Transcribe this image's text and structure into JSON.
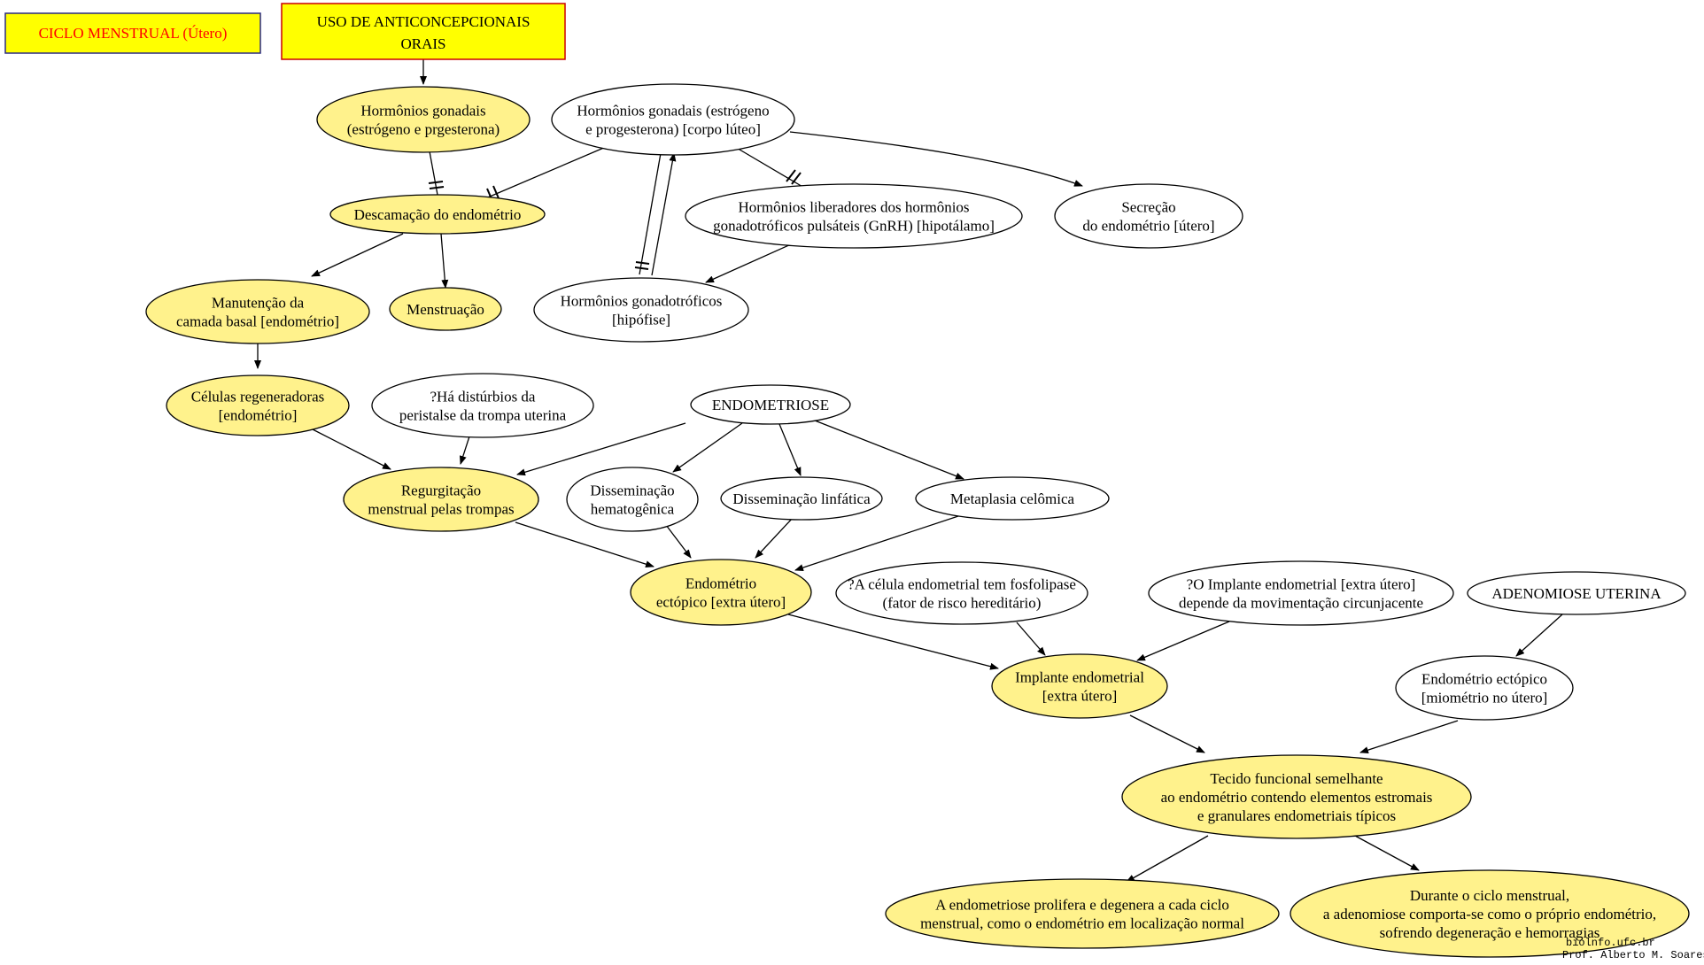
{
  "colors": {
    "yellow_fill": "#fff28c",
    "box_fill": "#ffff00",
    "box_border": "#cc0000",
    "legend_border": "#2a2a80",
    "legend_text": "#ff0000",
    "white_fill": "#ffffff",
    "stroke": "#000000"
  },
  "boxes": {
    "ciclo": {
      "lines": [
        "CICLO MENSTRUAL (Útero)"
      ]
    },
    "uso": {
      "lines": [
        "USO DE ANTICONCEPCIONAIS",
        "ORAIS"
      ]
    }
  },
  "nodes": {
    "horm_gonadais": {
      "lines": [
        "Hormônios gonadais",
        "(estrógeno e prgesterona)"
      ],
      "fill": "yellow"
    },
    "horm_gonadais_cl": {
      "lines": [
        "Hormônios gonadais (estrógeno",
        "e progesterona) [corpo lúteo]"
      ],
      "fill": "white"
    },
    "descamacao": {
      "lines": [
        "Descamação do endométrio"
      ],
      "fill": "yellow"
    },
    "horm_liberadores": {
      "lines": [
        "Hormônios liberadores dos hormônios",
        "gonadotróficos pulsáteis (GnRH) [hipotálamo]"
      ],
      "fill": "white"
    },
    "secrecao": {
      "lines": [
        "Secreção",
        "do endométrio [útero]"
      ],
      "fill": "white"
    },
    "manutencao": {
      "lines": [
        "Manutenção da",
        "camada basal [endométrio]"
      ],
      "fill": "yellow"
    },
    "menstruacao": {
      "lines": [
        "Menstruação"
      ],
      "fill": "yellow"
    },
    "horm_gonadotroficos": {
      "lines": [
        "Hormônios gonadotróficos",
        "[hipófise]"
      ],
      "fill": "white"
    },
    "celulas_reg": {
      "lines": [
        "Células regeneradoras",
        "[endométrio]"
      ],
      "fill": "yellow"
    },
    "disturbios": {
      "lines": [
        "?Há distúrbios da",
        "peristalse da trompa uterina"
      ],
      "fill": "white"
    },
    "endometriose": {
      "lines": [
        "ENDOMETRIOSE"
      ],
      "fill": "white"
    },
    "regurgitacao": {
      "lines": [
        "Regurgitação",
        "menstrual pelas trompas"
      ],
      "fill": "yellow"
    },
    "dissem_hemat": {
      "lines": [
        "Disseminação",
        "hematogênica"
      ],
      "fill": "white"
    },
    "dissem_linf": {
      "lines": [
        "Disseminação linfática"
      ],
      "fill": "white"
    },
    "metaplasia": {
      "lines": [
        "Metaplasia celômica"
      ],
      "fill": "white"
    },
    "endom_ectopico": {
      "lines": [
        "Endométrio",
        "ectópico [extra útero]"
      ],
      "fill": "yellow"
    },
    "celula_fosfo": {
      "lines": [
        "?A célula endometrial tem fosfolipase",
        "(fator de risco hereditário)"
      ],
      "fill": "white"
    },
    "implante_mov": {
      "lines": [
        "?O Implante endometrial [extra útero]",
        "depende da movimentação circunjacente"
      ],
      "fill": "white"
    },
    "adenomiose": {
      "lines": [
        "ADENOMIOSE UTERINA"
      ],
      "fill": "white"
    },
    "implante": {
      "lines": [
        "Implante endometrial",
        "[extra útero]"
      ],
      "fill": "yellow"
    },
    "endom_ectopico_mio": {
      "lines": [
        "Endométrio ectópico",
        "[miométrio no útero]"
      ],
      "fill": "white"
    },
    "tecido": {
      "lines": [
        "Tecido funcional semelhante",
        "ao endométrio contendo elementos estromais",
        "e granulares endometriais típicos"
      ],
      "fill": "yellow"
    },
    "prolifera": {
      "lines": [
        "A endometriose prolifera e degenera a cada ciclo",
        "menstrual, como o endométrio em localização normal"
      ],
      "fill": "yellow"
    },
    "durante": {
      "lines": [
        "Durante o ciclo menstrual,",
        "a adenomiose comporta-se como o próprio endométrio,",
        "sofrendo degeneração e hemorragias"
      ],
      "fill": "yellow"
    }
  },
  "credits": {
    "site": "biolnfo.ufc.br",
    "author": "Prof. Alberto M. Soares"
  }
}
